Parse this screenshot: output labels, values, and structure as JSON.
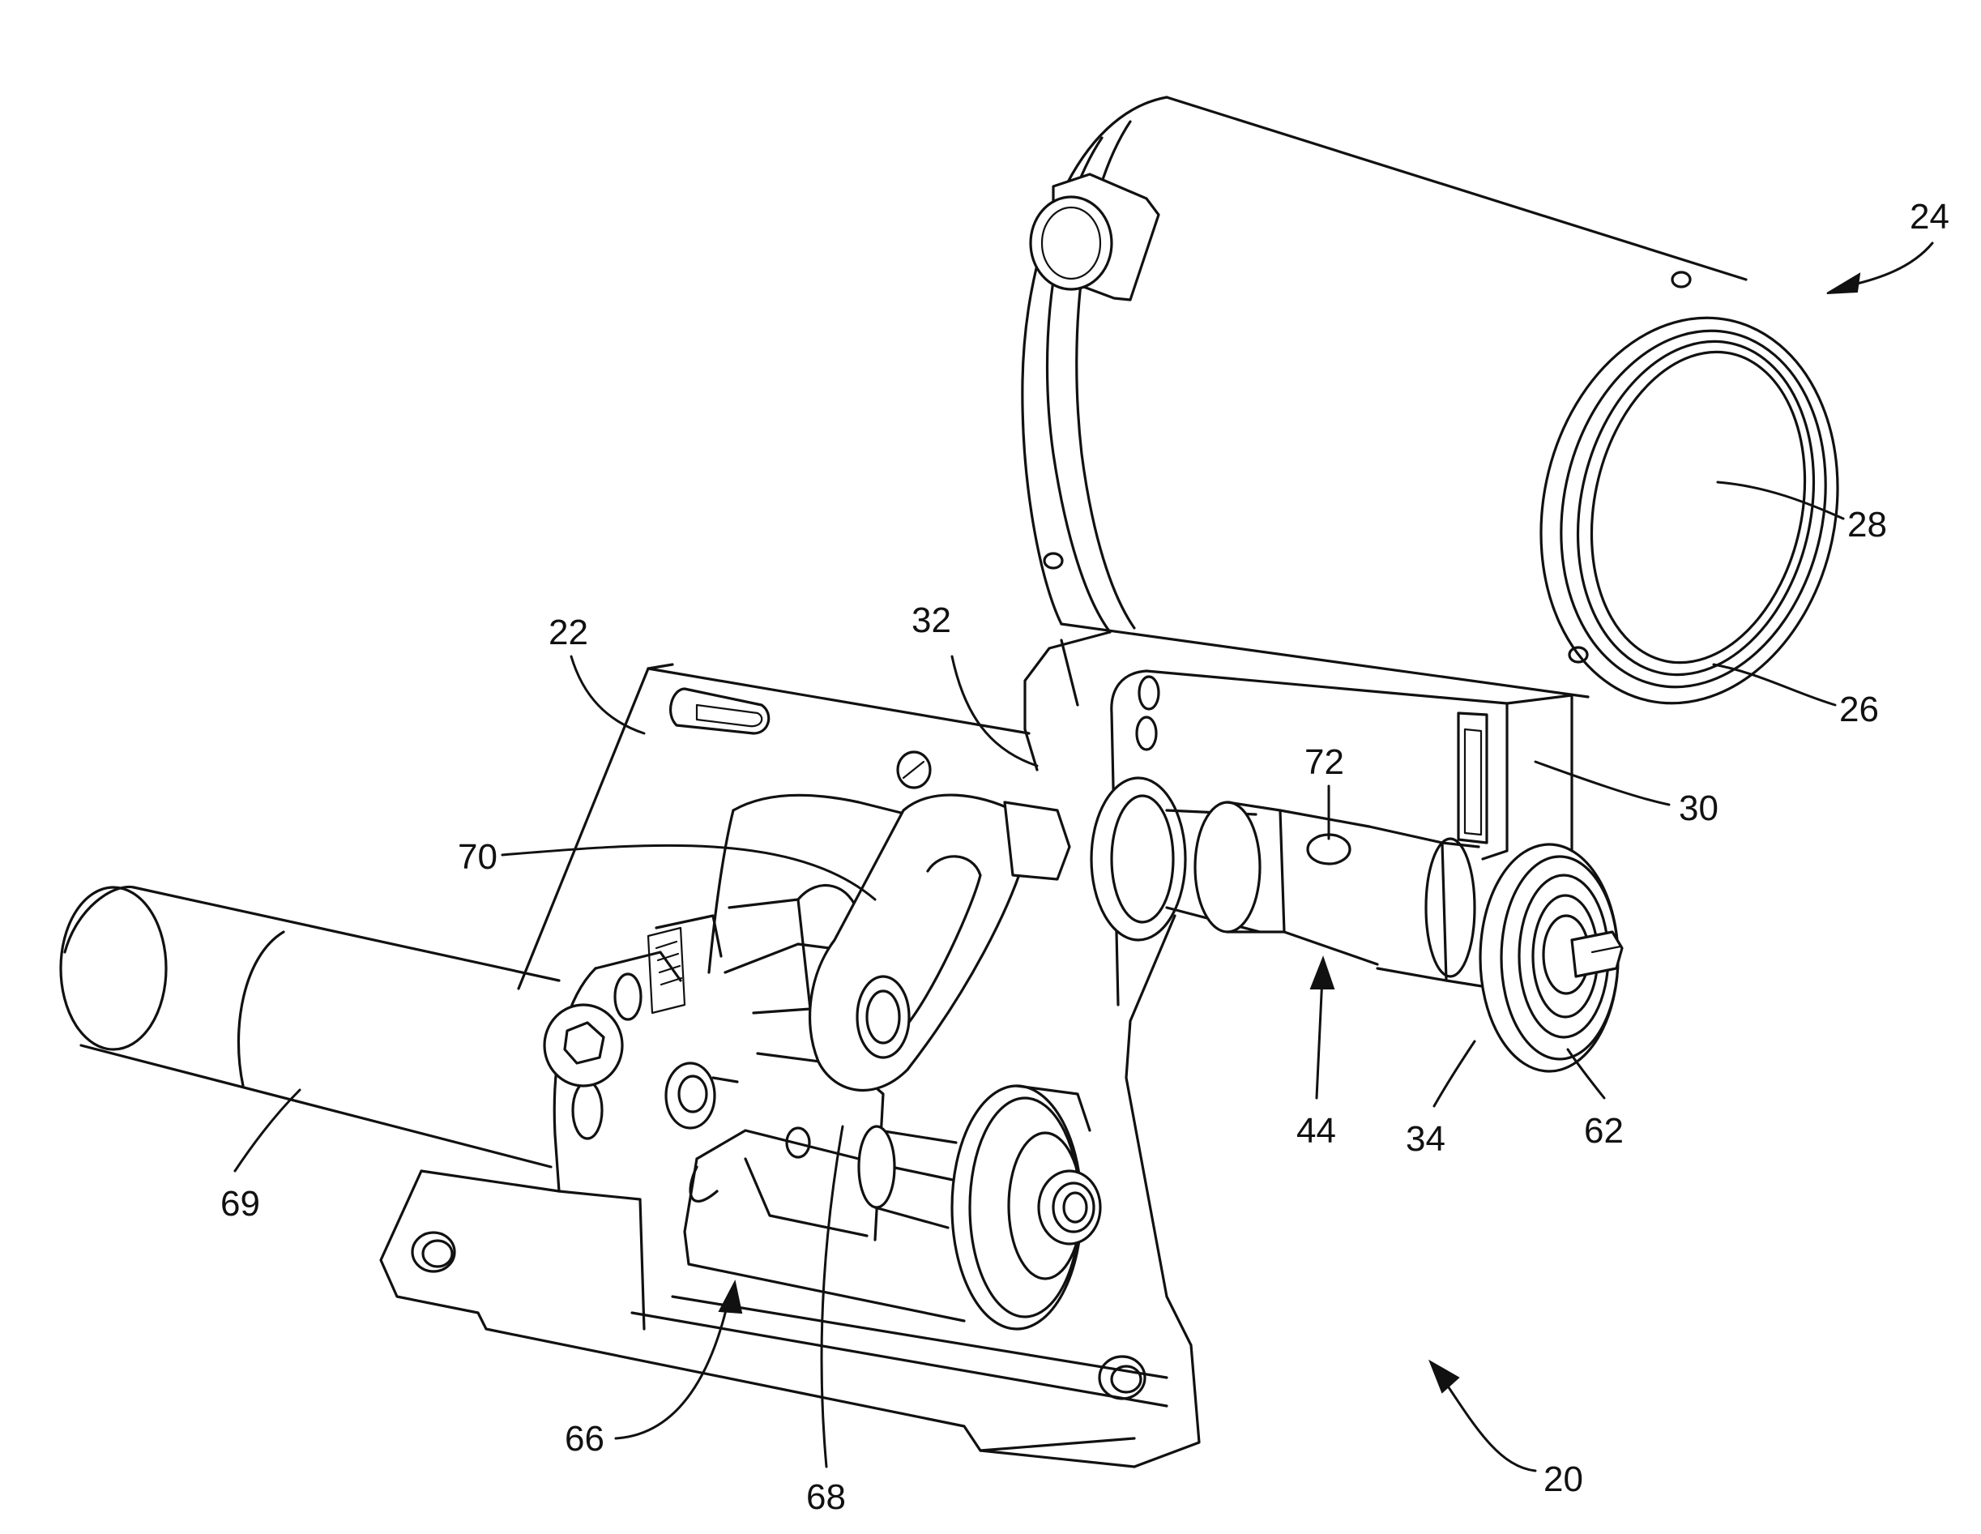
{
  "labels": {
    "l24": "24",
    "l28": "28",
    "l26": "26",
    "l30": "30",
    "l32": "32",
    "l22": "22",
    "l72": "72",
    "l70": "70",
    "l69": "69",
    "l44": "44",
    "l34": "34",
    "l62": "62",
    "l66": "66",
    "l68": "68",
    "l20": "20"
  }
}
